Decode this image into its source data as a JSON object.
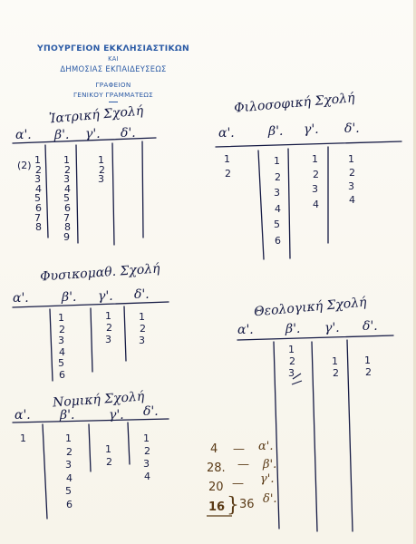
{
  "letterhead": {
    "line1": "ΥΠΟΥΡΓΕΙΟΝ ΕΚΚΛΗΣΙΑΣΤΙΚΩΝ",
    "line2": "ΚΑΙ",
    "line3": "ΔΗΜΟΣΙΑΣ ΕΚΠΑΙΔΕΥΣΕΩΣ",
    "line4": "ΓΡΑΦΕΙΟΝ",
    "line5": "ΓΕΝΙΚΟΥ ΓΡΑΜΜΑΤΕΩΣ"
  },
  "tables": {
    "iatriki": {
      "title": "Ἰατρική Σχολή",
      "headers": [
        "α'.",
        "β'.",
        "γ'.",
        "δ'."
      ],
      "aside": "(2)",
      "cols": [
        [
          "1",
          "2",
          "3",
          "4",
          "5",
          "6",
          "7",
          "8"
        ],
        [
          "1",
          "2",
          "3",
          "4",
          "5",
          "6",
          "7",
          "8",
          "9"
        ],
        [
          "1",
          "2",
          "3"
        ]
      ]
    },
    "filosofiki": {
      "title": "Φιλοσοφική Σχολή",
      "headers": [
        "α'.",
        "β'.",
        "γ'.",
        "δ'."
      ],
      "cols": [
        [
          "1",
          "2"
        ],
        [
          "1",
          "2",
          "3",
          "4",
          "5",
          "6"
        ],
        [
          "1",
          "2",
          "3",
          "4"
        ],
        [
          "1",
          "2",
          "3",
          "4"
        ]
      ]
    },
    "fysikomath": {
      "title": "Φυσικομαθ. Σχολή",
      "headers": [
        "α'.",
        "β'.",
        "γ'.",
        "δ'."
      ],
      "cols": [
        [
          "1",
          "2",
          "3",
          "4",
          "5",
          "6"
        ],
        [
          "1",
          "2",
          "3"
        ],
        [
          "1",
          "2",
          "3"
        ]
      ]
    },
    "theologiki": {
      "title": "Θεολογική Σχολή",
      "headers": [
        "α'.",
        "β'.",
        "γ'.",
        "δ'."
      ],
      "cols": [
        [
          "1",
          "2",
          "3"
        ],
        [
          "1",
          "2"
        ],
        [
          "1",
          "2"
        ]
      ]
    },
    "nomiki": {
      "title": "Νομική Σχολή",
      "headers": [
        "α'.",
        "β'.",
        "γ'.",
        "δ'."
      ],
      "cols": [
        [
          "1"
        ],
        [
          "1",
          "2",
          "3",
          "4",
          "5",
          "6"
        ],
        [
          "1",
          "2"
        ],
        [
          "1",
          "2",
          "3",
          "4"
        ]
      ]
    }
  },
  "summary": {
    "rows": [
      {
        "value": "4",
        "dash": "—",
        "label": "α'."
      },
      {
        "value": "28.",
        "dash": "—",
        "label": "β'."
      },
      {
        "value": "20",
        "dash": "—",
        "label": "γ'."
      },
      {
        "value": "16",
        "bracket": "}",
        "total": "36",
        "label": "δ'."
      }
    ]
  }
}
